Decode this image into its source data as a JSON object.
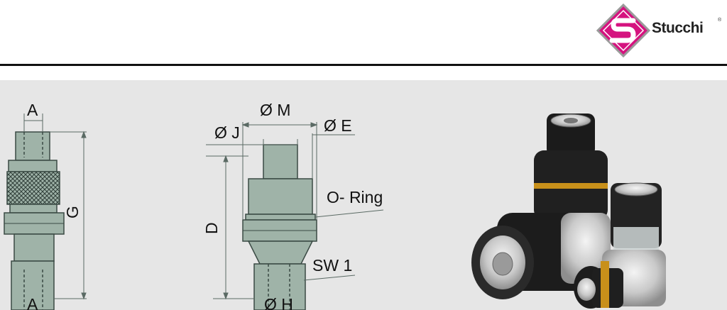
{
  "brand": {
    "name": "Stucchi",
    "reg_mark": "®",
    "colors": {
      "logo_magenta": "#d5137f",
      "logo_border": "#8c8c8c"
    }
  },
  "drawing_left": {
    "labels": {
      "top_width": "A",
      "bottom_width": "A",
      "length": "G"
    }
  },
  "drawing_middle": {
    "labels": {
      "outer_diameter": "Ø M",
      "inner_diameter": "Ø J",
      "seal_diameter": "Ø E",
      "length": "D",
      "seal": "O- Ring",
      "wrench": "SW 1",
      "bottom_diameter": "Ø H"
    }
  },
  "photo": {
    "subject": "quick-coupling-products"
  },
  "colors": {
    "panel_bg": "#e6e6e6",
    "part_fill": "#9fb3a8",
    "part_stroke": "#3a4a44",
    "dim_line": "#5a6a64"
  }
}
